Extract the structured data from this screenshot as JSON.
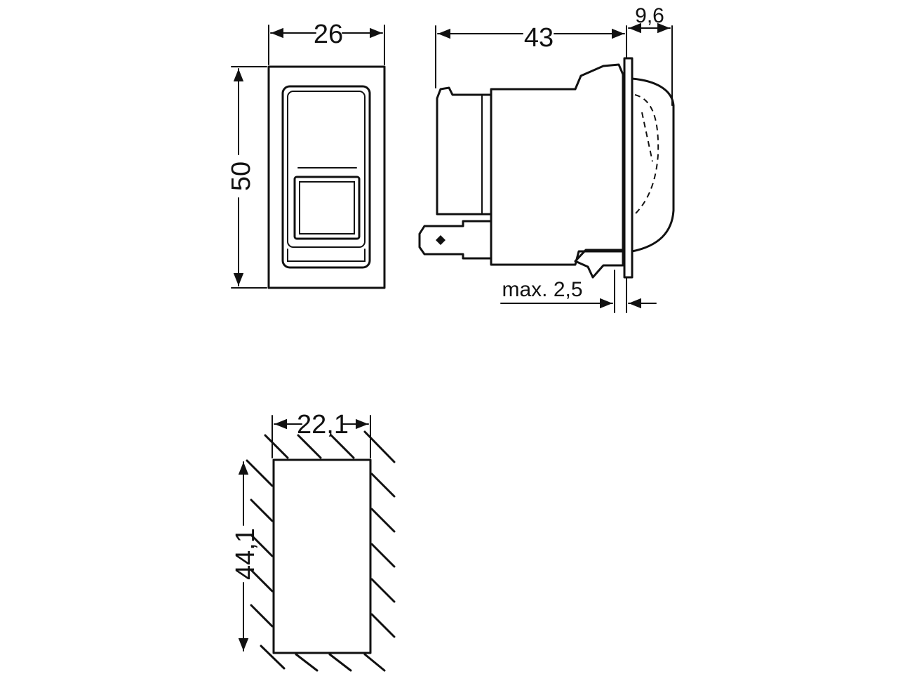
{
  "dimensions": {
    "front_width": "26",
    "front_height": "50",
    "side_depth": "43",
    "side_bezel": "9,6",
    "panel_thickness": "max. 2,5",
    "cutout_width": "22,1",
    "cutout_height": "44,1"
  },
  "colors": {
    "line": "#111111",
    "background": "#ffffff"
  }
}
